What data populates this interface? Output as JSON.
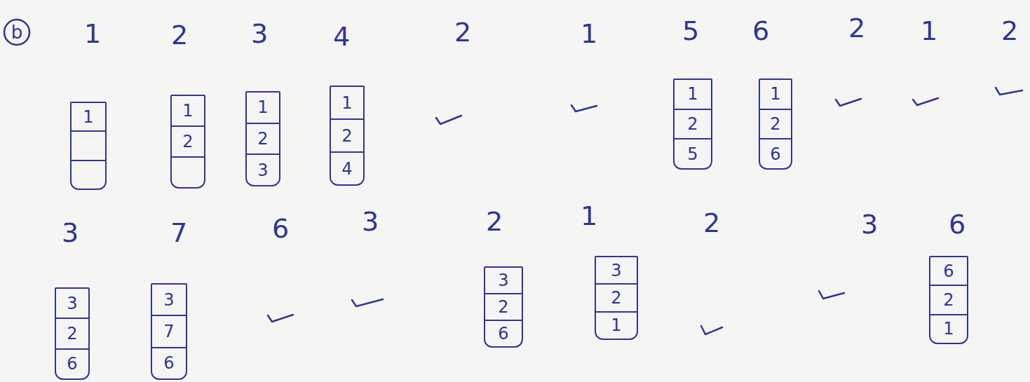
{
  "diagram": {
    "nodes": [
      {
        "text": [
          "1"
        ]
      },
      {
        "text": [
          "1",
          "2"
        ]
      },
      {
        "text": [
          "1",
          "2",
          "3"
        ]
      },
      {
        "text": [
          "1",
          "2",
          "4"
        ]
      },
      {
        "text": [
          "1",
          "2",
          "5"
        ]
      },
      {
        "text": [
          "1",
          "2",
          "6"
        ]
      },
      {
        "text": [
          "3",
          "2",
          "6"
        ]
      },
      {
        "text": [
          "3",
          "7",
          "6"
        ]
      },
      {
        "text": [
          "3",
          "2",
          "6"
        ]
      },
      {
        "text": [
          "3",
          "2",
          "1"
        ]
      },
      {
        "text": [
          "6",
          "2",
          "1"
        ]
      }
    ],
    "labels": [
      "b",
      "1",
      "2",
      "3",
      "4",
      "2",
      "1",
      "5",
      "6",
      "2",
      "1",
      "2",
      "3",
      "7",
      "6",
      "3",
      "2",
      "1",
      "2",
      "3",
      "6"
    ]
  }
}
